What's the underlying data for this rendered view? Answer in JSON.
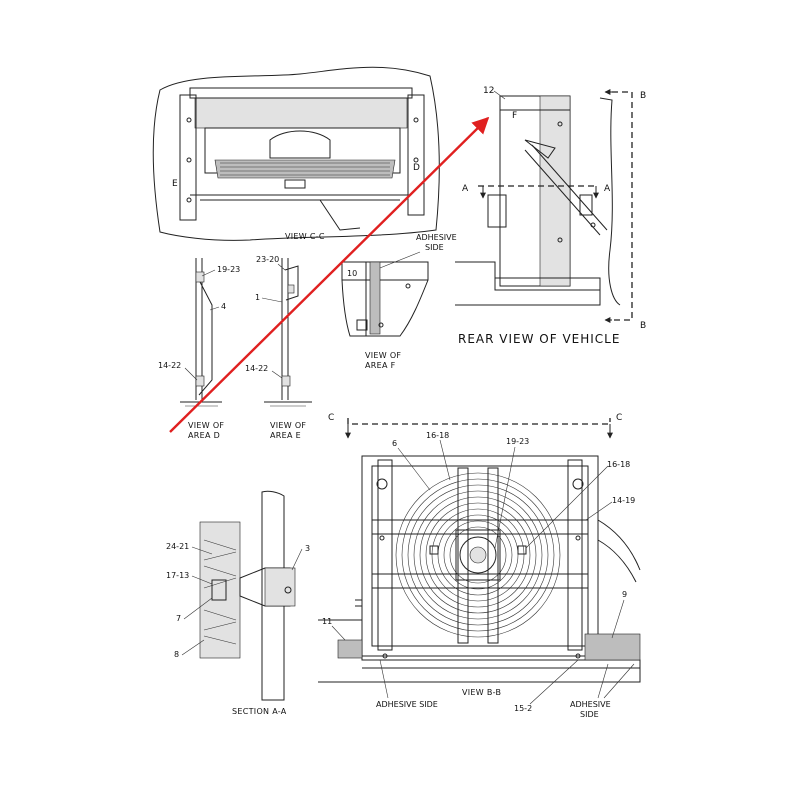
{
  "views": {
    "view_c": "VIEW C-C",
    "rear": "REAR VIEW OF VEHICLE",
    "area_d": [
      "VIEW OF",
      "AREA D"
    ],
    "area_e": [
      "VIEW OF",
      "AREA E"
    ],
    "area_f": [
      "VIEW OF",
      "AREA F"
    ],
    "section_a": "SECTION A-A",
    "view_b": "VIEW B-B"
  },
  "view_letters": {
    "c_left": "C",
    "c_right": "C",
    "b_top": "B",
    "b_bottom": "B",
    "a_left": "A",
    "a_right": "A",
    "d": "D",
    "e": "E",
    "f": "F"
  },
  "adhesive": {
    "top": [
      "ADHESIVE",
      "SIDE"
    ],
    "bottom_left": "ADHESIVE SIDE",
    "bottom_right": [
      "ADHESIVE",
      "SIDE"
    ]
  },
  "callouts": {
    "c12": "12",
    "c19_23_d": "19-23",
    "c4": "4",
    "c14_22_d": "14-22",
    "c23_20": "23-20",
    "c1": "1",
    "c14_22_e": "14-22",
    "c10": "10",
    "c6": "6",
    "c16_18_top": "16-18",
    "c19_23_b": "19-23",
    "c16_18_right": "16-18",
    "c14_19": "14-19",
    "c9": "9",
    "c11": "11",
    "c15_2": "15-2",
    "c3": "3",
    "c24_21": "24-21",
    "c17_13": "17-13",
    "c7": "7",
    "c8": "8"
  },
  "colors": {
    "arrow": "#e02020",
    "line": "#222222",
    "fill_grey": "#bdbdbd"
  }
}
